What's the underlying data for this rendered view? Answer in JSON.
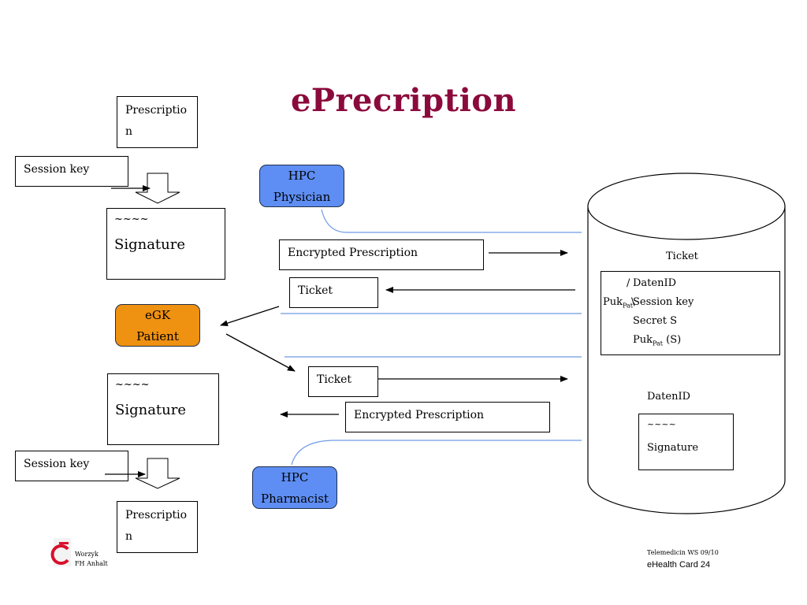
{
  "title": "ePrecription",
  "prescription_top": {
    "line1": "Prescriptio",
    "line2": "n"
  },
  "session_key_top": "Session key",
  "signature_top": {
    "tilde": "~~~~",
    "label": "Signature"
  },
  "egk": {
    "line1": "eGK",
    "line2": "Patient"
  },
  "signature_bottom": {
    "tilde": "~~~~",
    "label": "Signature"
  },
  "session_key_bottom": "Session key",
  "prescription_bottom": {
    "line1": "Prescriptio",
    "line2": "n"
  },
  "hpc_physician": {
    "line1": "HPC",
    "line2": "Physician"
  },
  "hpc_pharmacist": {
    "line1": "HPC",
    "line2": "Pharmacist"
  },
  "encrypted_top": "Encrypted Prescription",
  "ticket_top": "Ticket",
  "ticket_bottom": "Ticket",
  "encrypted_bottom": "Encrypted Prescription",
  "server": {
    "ticket_label": "Ticket",
    "ticket_box": {
      "slash": "/",
      "daten_id": "DatenID",
      "puk_left": "Puk",
      "puk_left_sub": "Pat",
      "backslash": "\\",
      "session_key": "Session key",
      "secret": "Secret S",
      "puk_right": "Puk",
      "puk_right_sub": "Pat",
      "puk_right_rest": " (S)"
    },
    "daten_id_label": "DatenID",
    "signature_box": {
      "tilde": "~~~~",
      "label": "Signature"
    }
  },
  "footer": {
    "author": "Worzyk",
    "institution": "FH Anhalt",
    "course": "Telemedicin WS 09/10",
    "slide": "eHealth Card 24"
  },
  "colors": {
    "title": "#8b0a3c",
    "hpc": "#5e8ef3",
    "egk": "#ef9111",
    "channel_line": "#6f9be8"
  }
}
